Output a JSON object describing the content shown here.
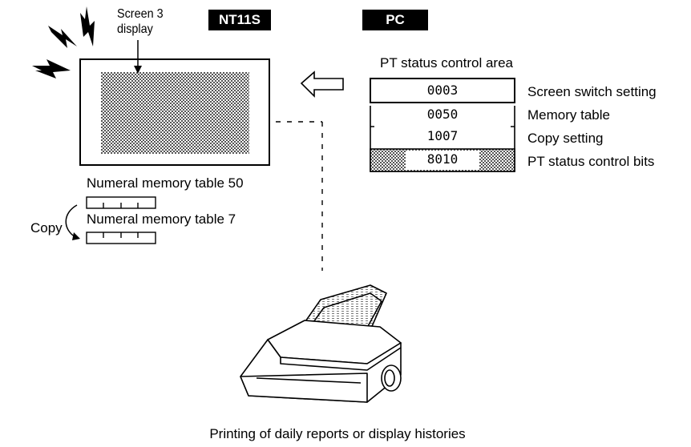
{
  "labels": {
    "screen_display": "Screen 3\ndisplay",
    "nt11s": "NT11S",
    "pc": "PC",
    "pt_area": "PT status control area",
    "numeral_50": "Numeral memory table 50",
    "numeral_7": "Numeral memory table 7",
    "copy": "Copy",
    "caption": "Printing of daily reports or display histories"
  },
  "pt_table": {
    "rows": [
      {
        "value": "0003",
        "label": "Screen switch setting"
      },
      {
        "value": "0050",
        "label": "Memory table"
      },
      {
        "value": "1007",
        "label": "Copy setting"
      },
      {
        "value": "8010",
        "label": "PT status control bits"
      }
    ]
  },
  "colors": {
    "badge_bg": "#000000",
    "badge_fg": "#ffffff",
    "hatch": "#555555"
  },
  "icons": [
    "lightning-icon",
    "printer-icon",
    "arrow-left-icon",
    "copy-arrow-icon"
  ]
}
